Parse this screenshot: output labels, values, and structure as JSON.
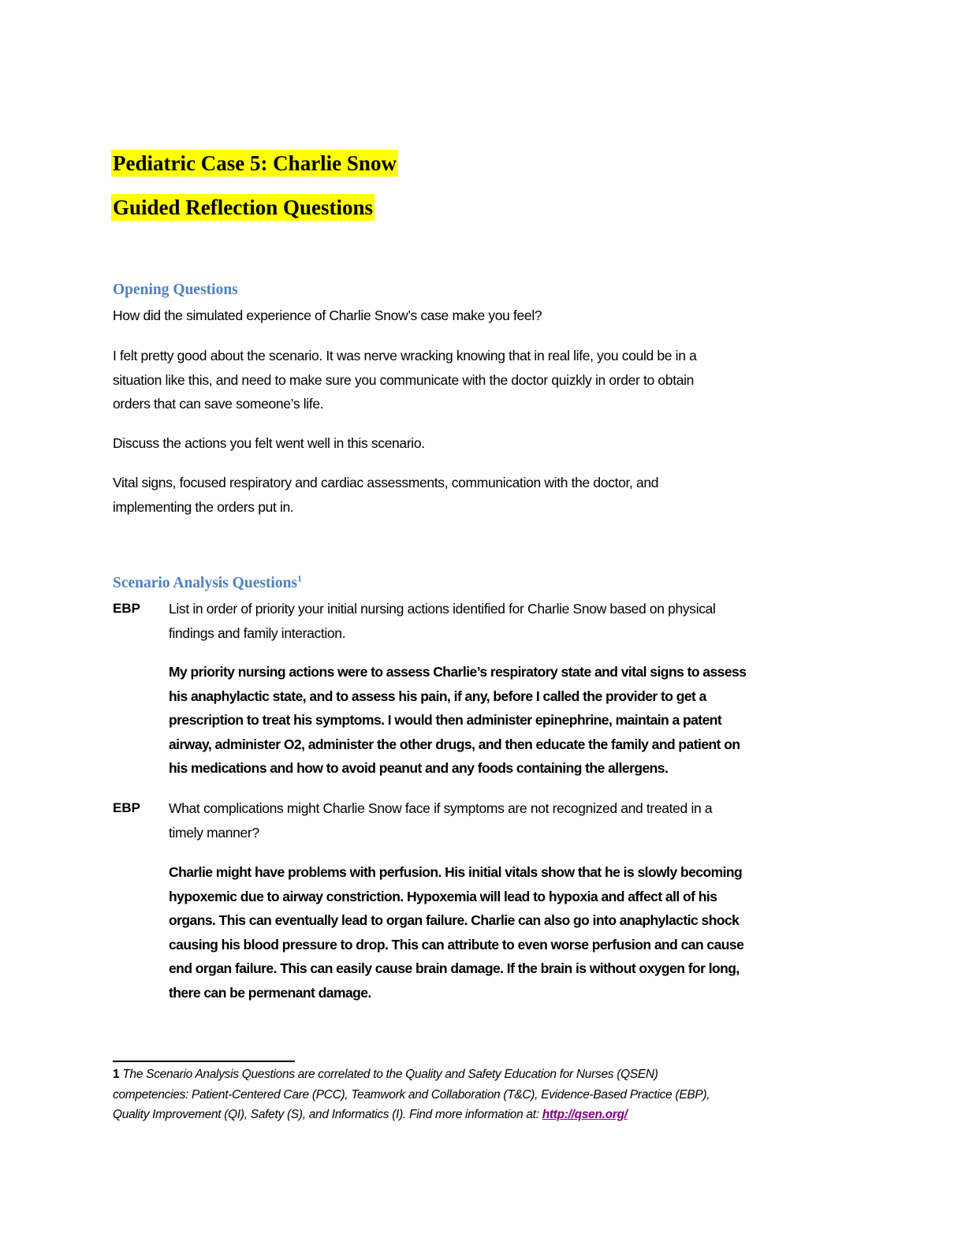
{
  "document": {
    "title": "Pediatric Case 5: Charlie Snow",
    "subtitle": "Guided Reflection Questions",
    "highlight_color": "#ffff00",
    "heading_color": "#4f81bd",
    "link_color": "#800080",
    "opening": {
      "heading": "Opening Questions",
      "q1": "How did the simulated experience of Charlie Snow’s case make you feel?",
      "a1_lines": [
        "I felt pretty good about the scenario. It was nerve wracking knowing that in real life, you could be in a",
        "situation like this, and need to make sure you communicate with the doctor quizkly in order to obtain",
        "orders that can save someone’s life."
      ],
      "q2": "Discuss the actions you felt went well in this scenario.",
      "a2_lines": [
        "Vital signs, focused respiratory and cardiac assessments, communication with the doctor, and",
        "implementing the orders put in."
      ]
    },
    "analysis": {
      "heading": "Scenario Analysis Questions",
      "heading_footnote_ref": "1",
      "items": [
        {
          "tag": "EBP",
          "question_lines": [
            "List in order of priority your initial nursing actions identified for Charlie Snow based on physical",
            "findings and family interaction."
          ],
          "answer_lines": [
            "My priority nursing actions were to assess Charlie’s respiratory state and vital signs to assess",
            "his anaphylactic state, and to assess his pain, if any, before I called the provider to get a",
            "prescription to treat his symptoms. I would then administer epinephrine, maintain a patent",
            "airway, administer O2, administer the other drugs, and then educate the family and patient on",
            "his medications and how to avoid peanut and any foods containing the allergens."
          ]
        },
        {
          "tag": "EBP",
          "question_lines": [
            "What complications might Charlie Snow face if symptoms are not recognized and treated in a",
            "timely manner?"
          ],
          "answer_lines": [
            "Charlie might have problems with perfusion. His initial vitals show that he is slowly becoming",
            "hypoxemic due to airway constriction. Hypoxemia will lead to hypoxia and affect all of his",
            "organs. This can eventually lead to organ failure. Charlie can also go into anaphylactic shock",
            "causing his blood pressure to drop. This can attribute to even worse perfusion and can cause",
            "end organ failure. This can easily cause brain damage. If the brain is without oxygen for long,",
            "there can be permenant damage."
          ]
        }
      ]
    },
    "footnote": {
      "number": "1",
      "lines": [
        "The Scenario Analysis Questions are correlated to the Quality and Safety Education for Nurses (QSEN)",
        "competencies: Patient-Centered Care (PCC), Teamwork and Collaboration (T&C), Evidence-Based Practice (EBP),",
        "Quality Improvement (QI), Safety (S), and Informatics (I). Find more information at: "
      ],
      "link_text": "http://qsen.org/"
    }
  }
}
